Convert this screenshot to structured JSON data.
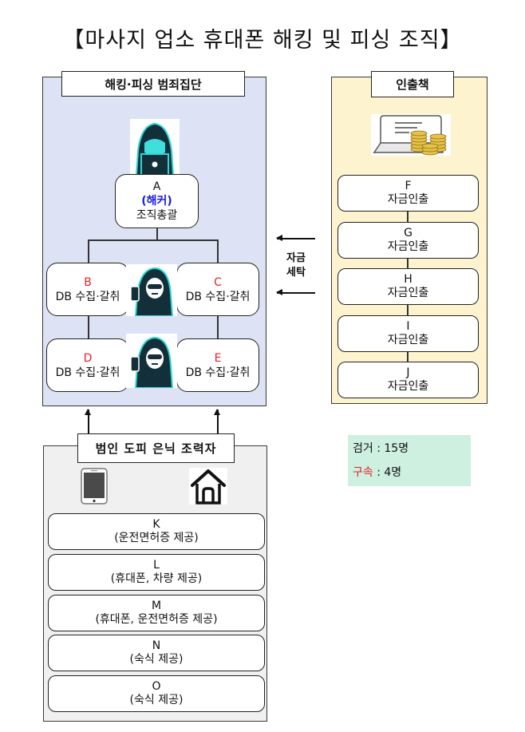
{
  "title": "【마사지 업소 휴대폰 해킹 및 피싱 조직】",
  "hacking_group": {
    "header": "해킹·피싱 범죄집단",
    "leader": {
      "id": "A",
      "role_tag": "(해커)",
      "role": "조직총괄"
    },
    "members": [
      {
        "id": "B",
        "role": "DB 수집·갈취"
      },
      {
        "id": "C",
        "role": "DB 수집·갈취"
      },
      {
        "id": "D",
        "role": "DB 수집·갈취"
      },
      {
        "id": "E",
        "role": "DB 수집·갈취"
      }
    ],
    "icons": [
      "hacker-laptop-icon",
      "hacker-phone-icon",
      "hacker-phone-icon"
    ]
  },
  "launder": {
    "line1": "자금",
    "line2": "세탁"
  },
  "withdrawers": {
    "header": "인출책",
    "icon": "atm-coins-icon",
    "members": [
      {
        "id": "F",
        "role": "자금인출"
      },
      {
        "id": "G",
        "role": "자금인출"
      },
      {
        "id": "H",
        "role": "자금인출"
      },
      {
        "id": "I",
        "role": "자금인출"
      },
      {
        "id": "J",
        "role": "자금인출"
      }
    ]
  },
  "helpers": {
    "header": "범인 도피 은닉 조력자",
    "icons": [
      "smartphone-icon",
      "house-icon"
    ],
    "members": [
      {
        "id": "K",
        "role": "(운전면허증 제공)"
      },
      {
        "id": "L",
        "role": "(휴대폰, 차량 제공)"
      },
      {
        "id": "M",
        "role": "(휴대폰, 운전면허증 제공)"
      },
      {
        "id": "N",
        "role": "(숙식 제공)"
      },
      {
        "id": "O",
        "role": "(숙식 제공)"
      }
    ]
  },
  "stats": {
    "arrested_label": "검거",
    "arrested_value": " : 15명",
    "detained_label": "구속",
    "detained_value": " : 4명"
  },
  "colors": {
    "hacking_panel": "#dde3f4",
    "withdraw_panel": "#fdf4cf",
    "helper_panel": "#f0f0f0",
    "stats_bg": "#cdf0e0",
    "member_id_red": "#e8202a",
    "hacker_tag_blue": "#1a1adf"
  }
}
